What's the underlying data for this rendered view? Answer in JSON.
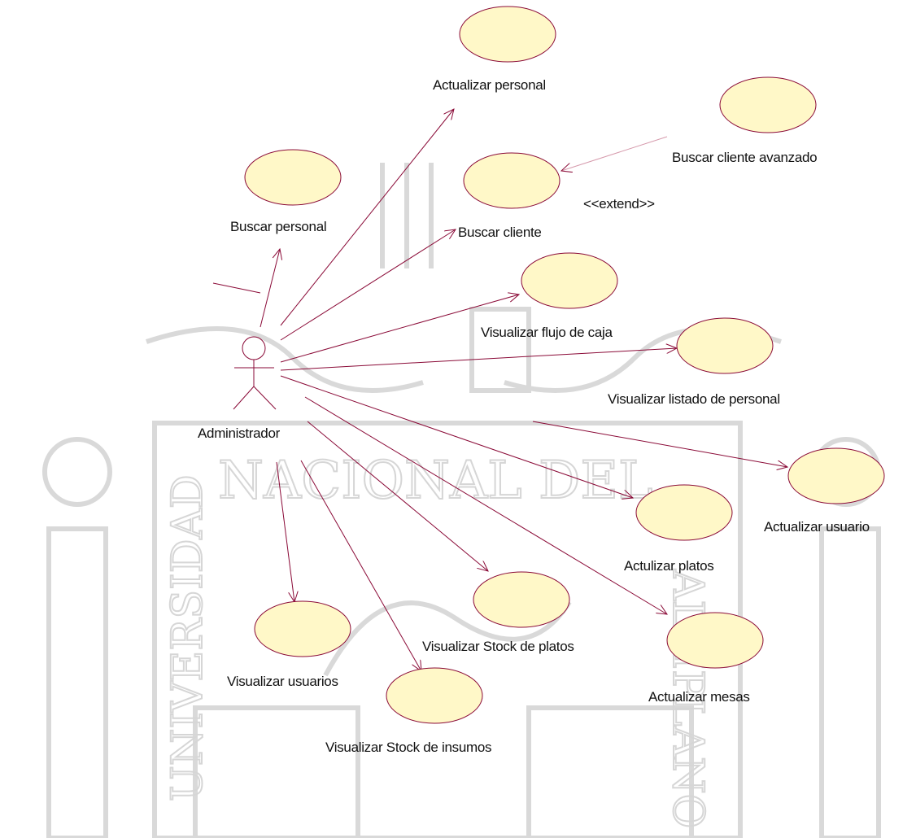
{
  "actor": {
    "name": "Administrador",
    "icon": "stick-figure-actor-icon"
  },
  "use_cases": [
    {
      "id": "actualizar-personal",
      "label": "Actualizar personal"
    },
    {
      "id": "buscar-cliente-avanzado",
      "label": "Buscar cliente avanzado"
    },
    {
      "id": "buscar-personal",
      "label": "Buscar personal"
    },
    {
      "id": "buscar-cliente",
      "label": "Buscar cliente"
    },
    {
      "id": "visualizar-flujo-de-caja",
      "label": "Visualizar flujo de caja"
    },
    {
      "id": "visualizar-listado-de-personal",
      "label": "Visualizar listado de personal"
    },
    {
      "id": "actualizar-usuario",
      "label": "Actualizar usuario"
    },
    {
      "id": "actulizar-platos",
      "label": "Actulizar platos"
    },
    {
      "id": "visualizar-stock-de-platos",
      "label": "Visualizar Stock de platos"
    },
    {
      "id": "visualizar-usuarios",
      "label": "Visualizar usuarios"
    },
    {
      "id": "actualizar-mesas",
      "label": "Actualizar mesas"
    },
    {
      "id": "visualizar-stock-de-insumos",
      "label": "Visualizar Stock de insumos"
    }
  ],
  "relations": [
    {
      "from": "buscar-cliente-avanzado",
      "to": "buscar-cliente",
      "stereotype": "<<extend>>"
    }
  ],
  "watermark": {
    "text": "NACIONAL DEL",
    "side_left": "UNIVERSIDAD",
    "side_right": "ALTIPLANO"
  },
  "colors": {
    "line": "#8a0a37",
    "ellipse_fill": "#fff8c8",
    "extend_line": "#d69aac",
    "watermark": "#d9d9d9"
  }
}
